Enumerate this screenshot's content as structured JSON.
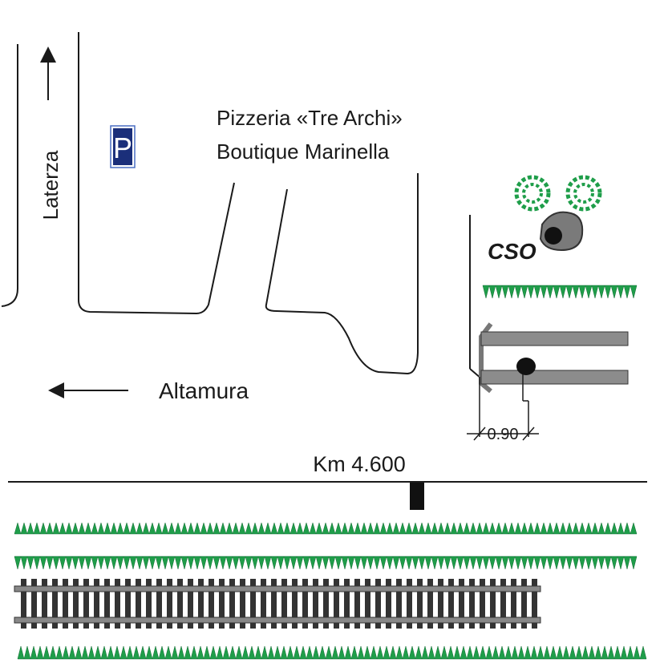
{
  "roads": {
    "laterza_label": "Laterza",
    "altamura_label": "Altamura"
  },
  "parking": {
    "label": "P",
    "color": "#1b2f7a"
  },
  "shops": {
    "line1": "Pizzeria «Tre Archi»",
    "line2": "Boutique Marinella"
  },
  "cso": {
    "label": "CSO"
  },
  "detail": {
    "distance": "0.90"
  },
  "marker": {
    "label": "Km 4.600"
  },
  "colors": {
    "road": "#1a1a1a",
    "grass": "#1f9e4a",
    "tree": "#1f9e4a",
    "track_rail": "#555555",
    "track_tie": "#333333",
    "platform": "#8c8c8c",
    "rock": "#777777"
  }
}
